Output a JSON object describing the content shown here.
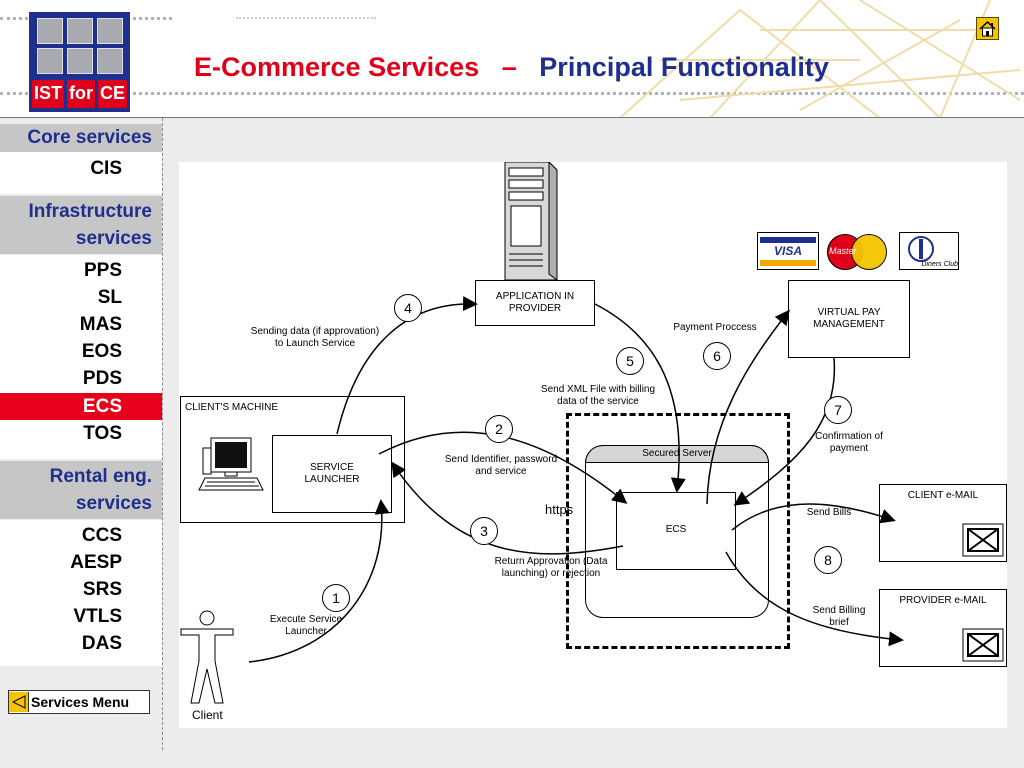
{
  "header": {
    "title_left": "E-Commerce Services",
    "title_dash": "–",
    "title_right": "Principal Functionality",
    "logo": {
      "word1": "IST",
      "word2": "for",
      "word3": "CE"
    },
    "home_icon": "home-icon"
  },
  "sidebar": {
    "core_heading": "Core services",
    "core_items": [
      "CIS"
    ],
    "infra_heading_line1": "Infrastructure",
    "infra_heading_line2": "services",
    "infra_items": [
      "PPS",
      "SL",
      "MAS",
      "EOS",
      "PDS",
      "ECS",
      "TOS"
    ],
    "active_item": "ECS",
    "rental_heading_line1": "Rental eng.",
    "rental_heading_line2": "services",
    "rental_items": [
      "CCS",
      "AESP",
      "SRS",
      "VTLS",
      "DAS"
    ],
    "menu_button": "Services Menu"
  },
  "diagram": {
    "app_provider_line1": "APPLICATION IN",
    "app_provider_line2": "PROVIDER",
    "virtual_pay_line1": "VIRTUAL PAY",
    "virtual_pay_line2": "MANAGEMENT",
    "clients_machine": "CLIENT'S MACHINE",
    "service_launcher_line1": "SERVICE",
    "service_launcher_line2": "LAUNCHER",
    "secured_server": "Secured Server",
    "ecs": "ECS",
    "https": "https",
    "client_email": "CLIENT  e-MAIL",
    "provider_email": "PROVIDER e-MAIL",
    "client": "Client",
    "cards": {
      "visa": "VISA",
      "master": "Master",
      "diners": "Diners Club"
    },
    "steps": [
      {
        "num": "1",
        "line1": "Execute Service",
        "line2": "Launcher"
      },
      {
        "num": "2",
        "line1": "Send Identifier, password",
        "line2": "and service"
      },
      {
        "num": "3",
        "line1": "Return Approvation (Data",
        "line2": "launching) or rejection"
      },
      {
        "num": "4",
        "line1": "Sending data (if approvation)",
        "line2": "to Launch Service"
      },
      {
        "num": "5",
        "line1": "Send XML File with billing",
        "line2": "data of the service"
      },
      {
        "num": "6",
        "line1": "Payment Proccess",
        "line2": ""
      },
      {
        "num": "7",
        "line1": "Confirmation of",
        "line2": "payment"
      },
      {
        "num": "8",
        "line1": "Send Bills",
        "line2": ""
      }
    ],
    "send_billing_line1": "Send Billing",
    "send_billing_line2": "brief"
  },
  "colors": {
    "accent_red": "#e1001a",
    "brand_blue": "#1f2f8f",
    "sidebar_gray": "#c6c6c6",
    "home_yellow": "#f4c400"
  }
}
